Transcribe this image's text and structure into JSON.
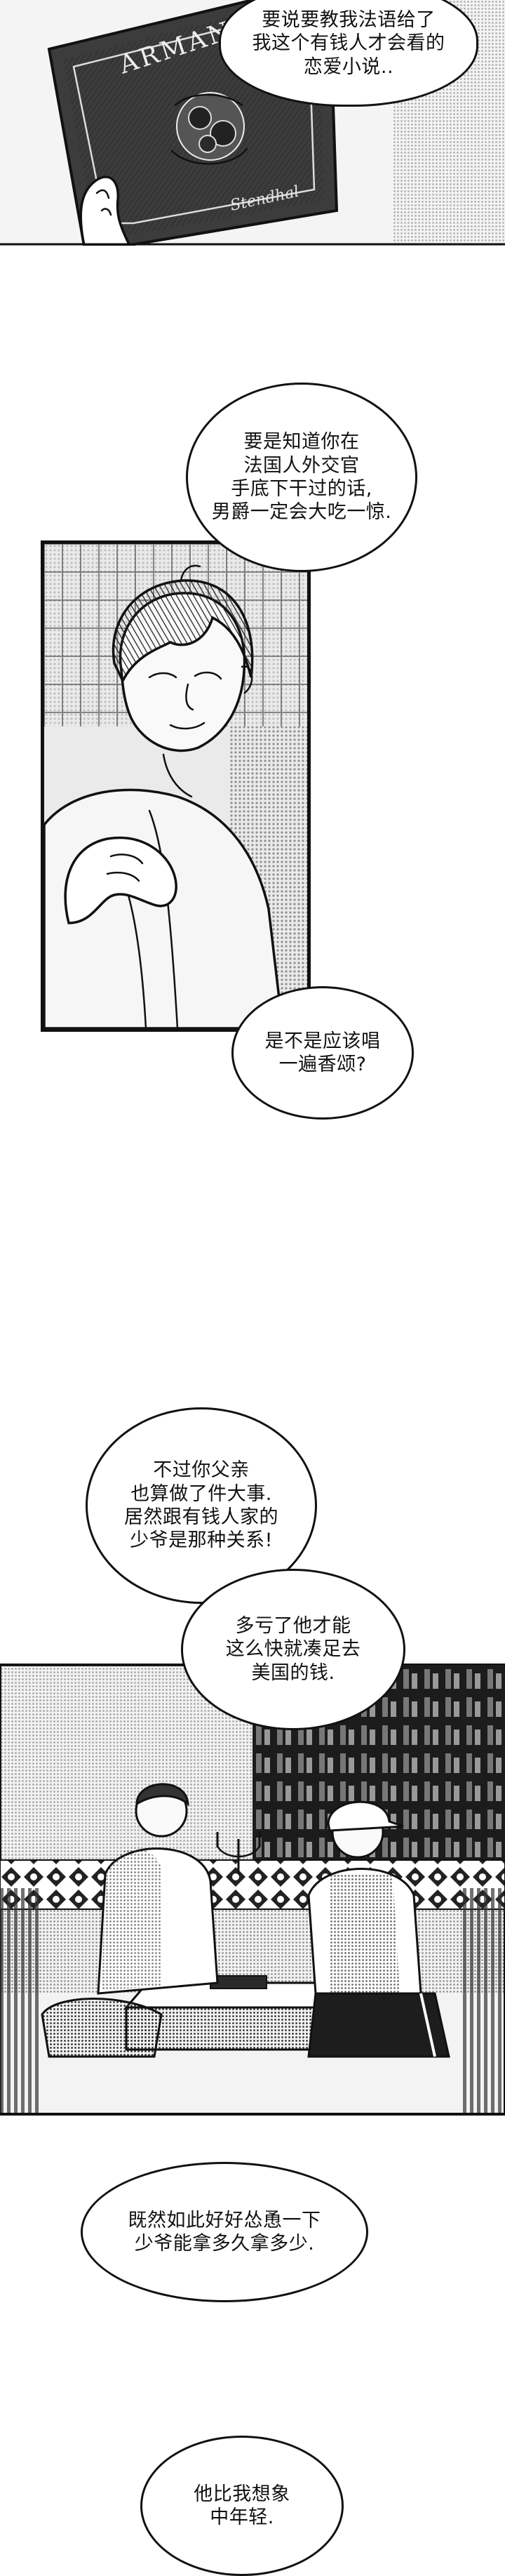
{
  "book": {
    "title": "ARMANCE",
    "author": "Stendhal"
  },
  "dialogue": [
    {
      "id": "bubble-1",
      "text": "要说要教我法语给了\n我这个有钱人才会看的\n恋爱小说.."
    },
    {
      "id": "bubble-2",
      "text": "要是知道你在\n法国人外交官\n手底下干过的话,\n男爵一定会大吃一惊."
    },
    {
      "id": "bubble-3",
      "text": "是不是应该唱\n一遍香颂?"
    },
    {
      "id": "bubble-4",
      "text": "不过你父亲\n也算做了件大事.\n居然跟有钱人家的\n少爷是那种关系!"
    },
    {
      "id": "bubble-5",
      "text": "多亏了他才能\n这么快就凑足去\n美国的钱."
    },
    {
      "id": "bubble-6",
      "text": "既然如此好好怂恿一下\n少爷能拿多久拿多少."
    },
    {
      "id": "bubble-7",
      "text": "他比我想象\n中年轻."
    }
  ]
}
